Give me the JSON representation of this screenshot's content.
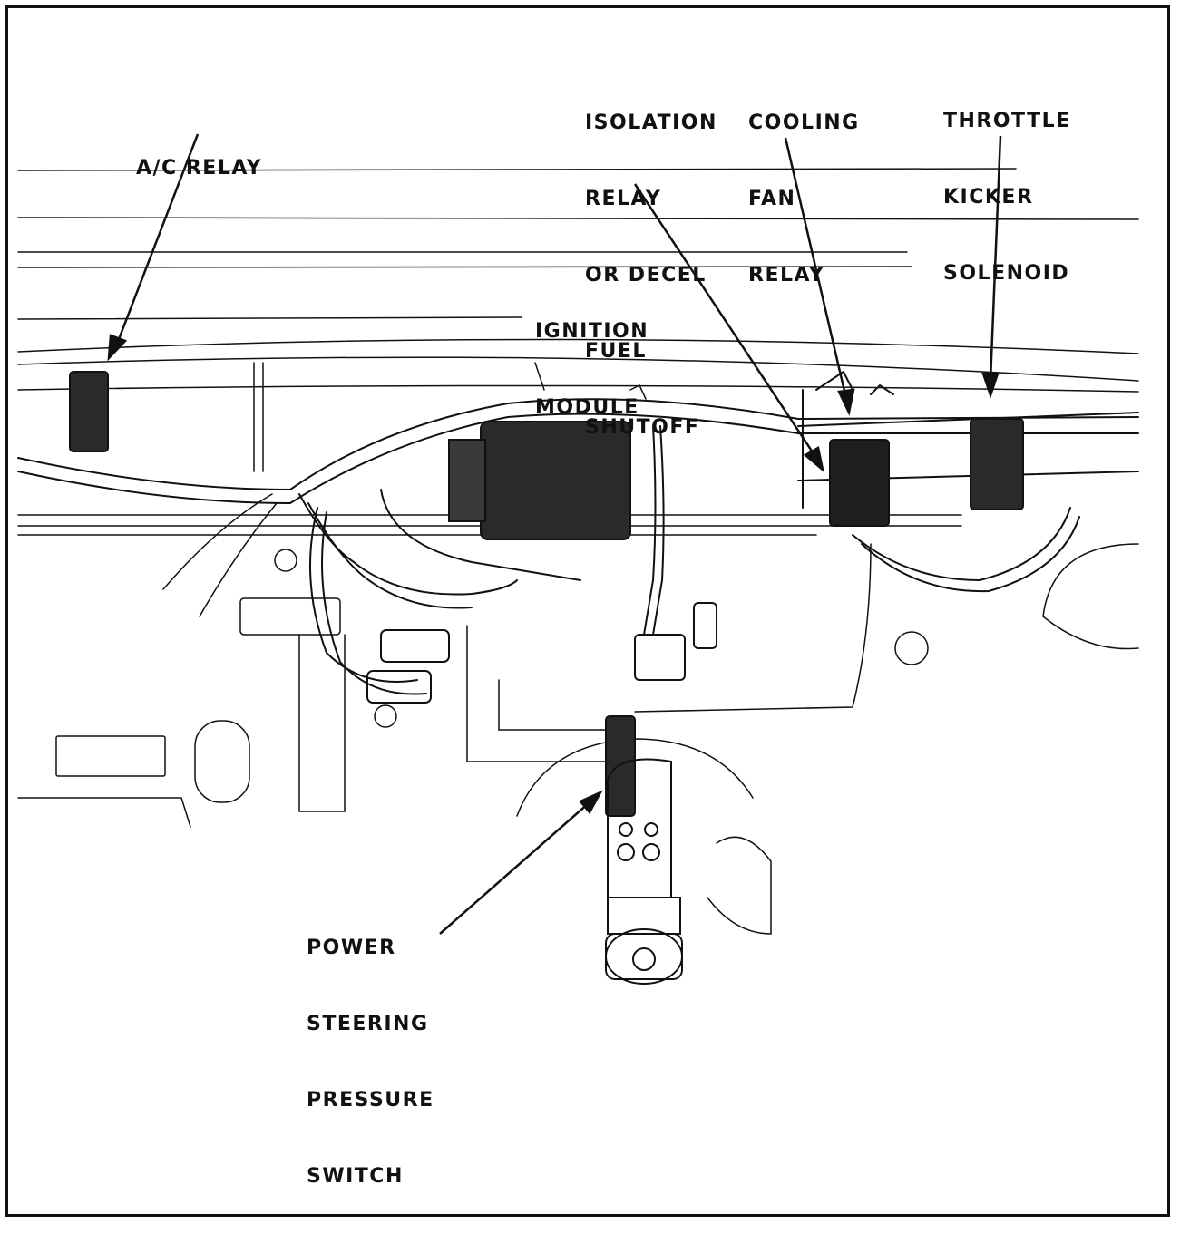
{
  "labels": {
    "ac_relay": [
      "A/C RELAY"
    ],
    "isolation_relay": [
      "ISOLATION",
      "RELAY",
      "OR DECEL",
      "FUEL",
      "SHUTOFF"
    ],
    "cooling_fan_relay": [
      "COOLING",
      "FAN",
      "RELAY"
    ],
    "throttle_kicker": [
      "THROTTLE",
      "KICKER",
      "SOLENOID"
    ],
    "ignition_module": [
      "IGNITION",
      "MODULE"
    ],
    "ps_pressure_switch": [
      "POWER",
      "STEERING",
      "PRESSURE",
      "SWITCH"
    ]
  },
  "colors": {
    "ink": "#111111",
    "paper": "#ffffff"
  }
}
